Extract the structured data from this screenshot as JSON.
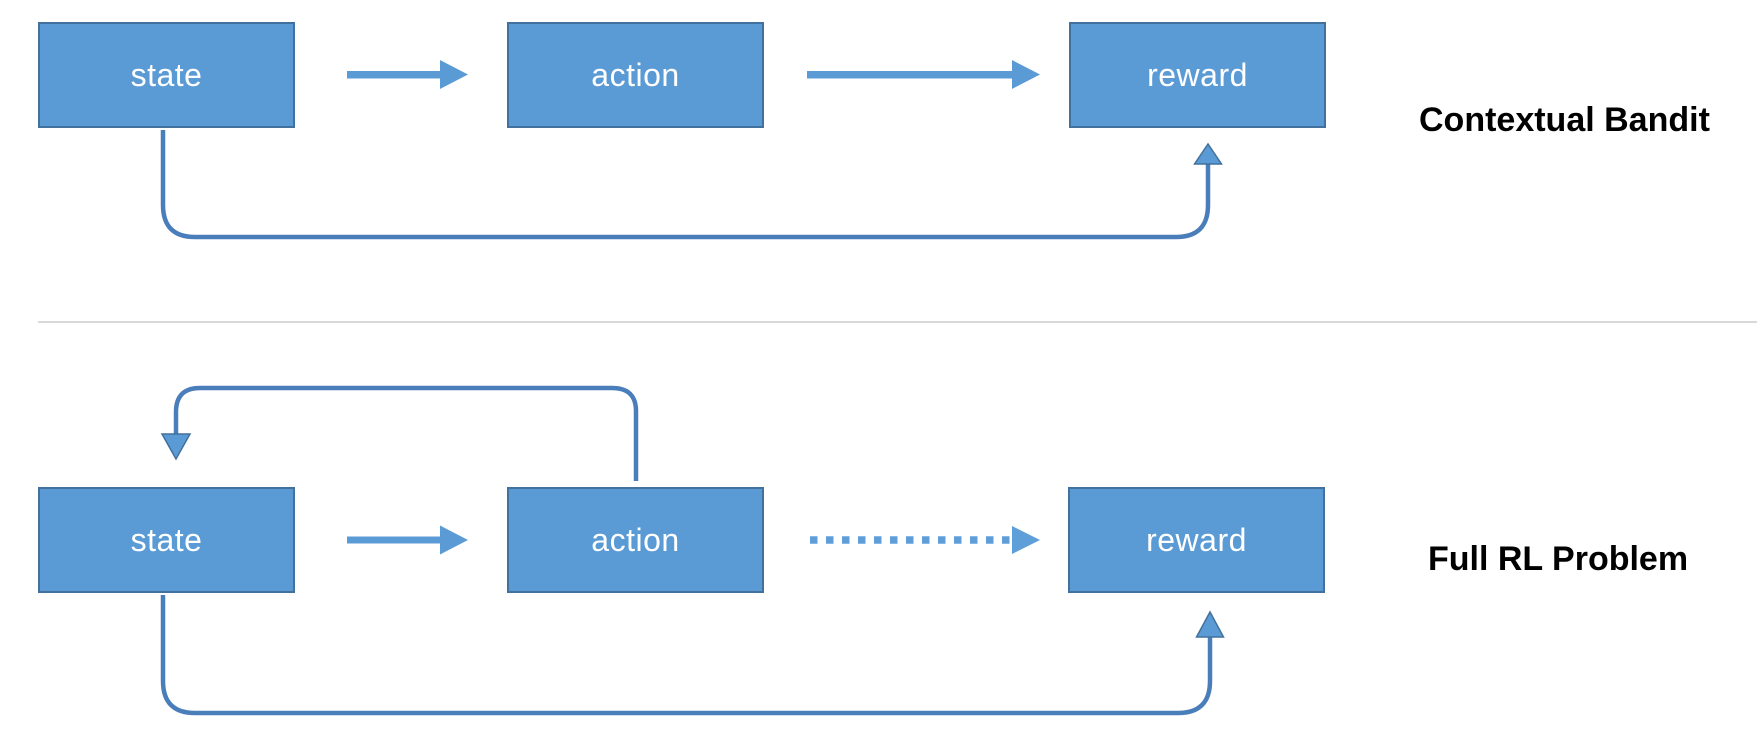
{
  "sections": {
    "bandit": {
      "title": "Contextual Bandit",
      "boxes": {
        "state": "state",
        "action": "action",
        "reward": "reward"
      }
    },
    "rl": {
      "title": "Full RL Problem",
      "boxes": {
        "state": "state",
        "action": "action",
        "reward": "reward"
      }
    }
  },
  "colors": {
    "box_fill": "#5b9bd5",
    "box_border": "#41719c",
    "box_text": "#ffffff",
    "block_arrow": "#5b9bd5",
    "dotted_arrow": "#5f9fd9",
    "connector_line": "#4a7ebb",
    "connector_head_fill": "#5b9bd5",
    "connector_head_border": "#41719c",
    "divider": "#d9d9d9",
    "label_text": "#000000"
  }
}
